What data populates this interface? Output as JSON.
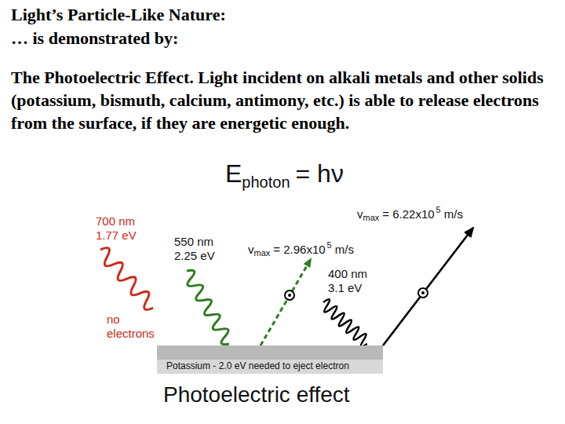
{
  "diagram": {
    "title": "Light’s Particle-Like Nature:",
    "caption": "Photoelectric effect",
    "nodes": [
      {
        "text": [
          "Potassium - 2.0 eV needed to eject electron"
        ]
      }
    ],
    "labels": [
      "… is demonstrated by:",
      "The Photoelectric Effect. Light incident on alkali metals and other solids (potassium, bismuth, calcium, antimony, etc.) is able to release electrons from the surface, if they are energetic enough.",
      "E",
      "photon",
      "= hν",
      "700 nm",
      "1.77 eV",
      "no electrons",
      "550 nm",
      "2.25 eV",
      "v",
      "max",
      "= 2.96x10",
      "5",
      "m/s",
      "400 nm",
      "3.1 eV",
      "v",
      "max",
      "= 6.22x10",
      "5",
      "m/s"
    ]
  }
}
